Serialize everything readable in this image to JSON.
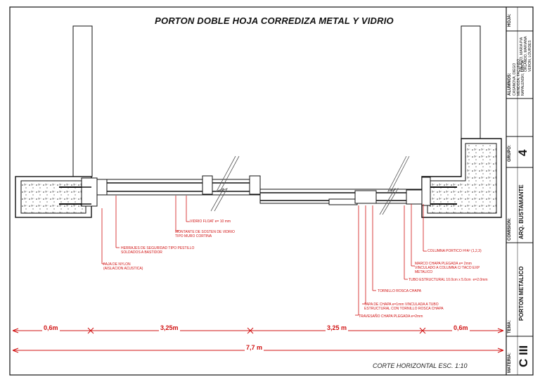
{
  "title": "PORTON DOBLE HOJA CORREDIZA METAL Y VIDRIO",
  "scale_text": "CORTE HORIZONTAL   ESC. 1:10",
  "notes": {
    "vidrio": "VIDRIO FLOAT e= 10 mm",
    "montante": "MONTANTE DE SOSTEN DE VIDRIO\nTIPO MURO CORTINA",
    "herrajes": "HERRAJES DE SEGURIDAD TIPO PESTILLO\nSOLDADOS A BASTIDOR",
    "faja": "FAJA DE NYLON\n(AISLACION ACUSTICA)",
    "columna": "COLUMNA PORTICO HºAº (1,2,3)",
    "marco": "MARCO CHAPA PLEGADA e= 2mm\nVINCULADO A COLUMNA C/ TACO EXP\nMETALICO",
    "tubo": "TUBO ESTRUCTURAL 10.0cm x 5.0cm  e=2.0mm",
    "tornillo": "TORNILLO ROSCA CHAPA",
    "tapa": "TAPA DE CHAPA e=1mm VINCULADA A TUBO\nESTRUCTURAL CON TORNILLO ROSCA CHAPA",
    "travesano": "TRAVESAÑO CHAPA PLEGADA e=2mm"
  },
  "dimensions": {
    "d1": "0,6m",
    "d2": "3,25m",
    "d3": "3,25 m",
    "d4": "0,6m",
    "total": "7,7 m"
  },
  "title_block": {
    "hoja_label": "HOJA:",
    "alumnos_label": "ALUMNOS:",
    "alumnos_col1": "CASANOVA, DIEGO\nMENDOZA, FACUNDO\nNAPALENSKI, EMILIA",
    "alumnos_col2": "PALACIO, MARIA PIA\nORLANDO, MARIANA\nVERON, LOURDES",
    "grupo_label": "GRUPO:",
    "grupo_value": "4",
    "comision_label": "COMISION:",
    "comision_value": "ARQ. BUSTAMANTE",
    "tema_label": "TEMA:",
    "tema_value": "PORTON METALICO",
    "materia_label": "MATERIA:",
    "materia_value": "C III"
  },
  "colors": {
    "line": "#111111",
    "annotation": "#d01010"
  }
}
